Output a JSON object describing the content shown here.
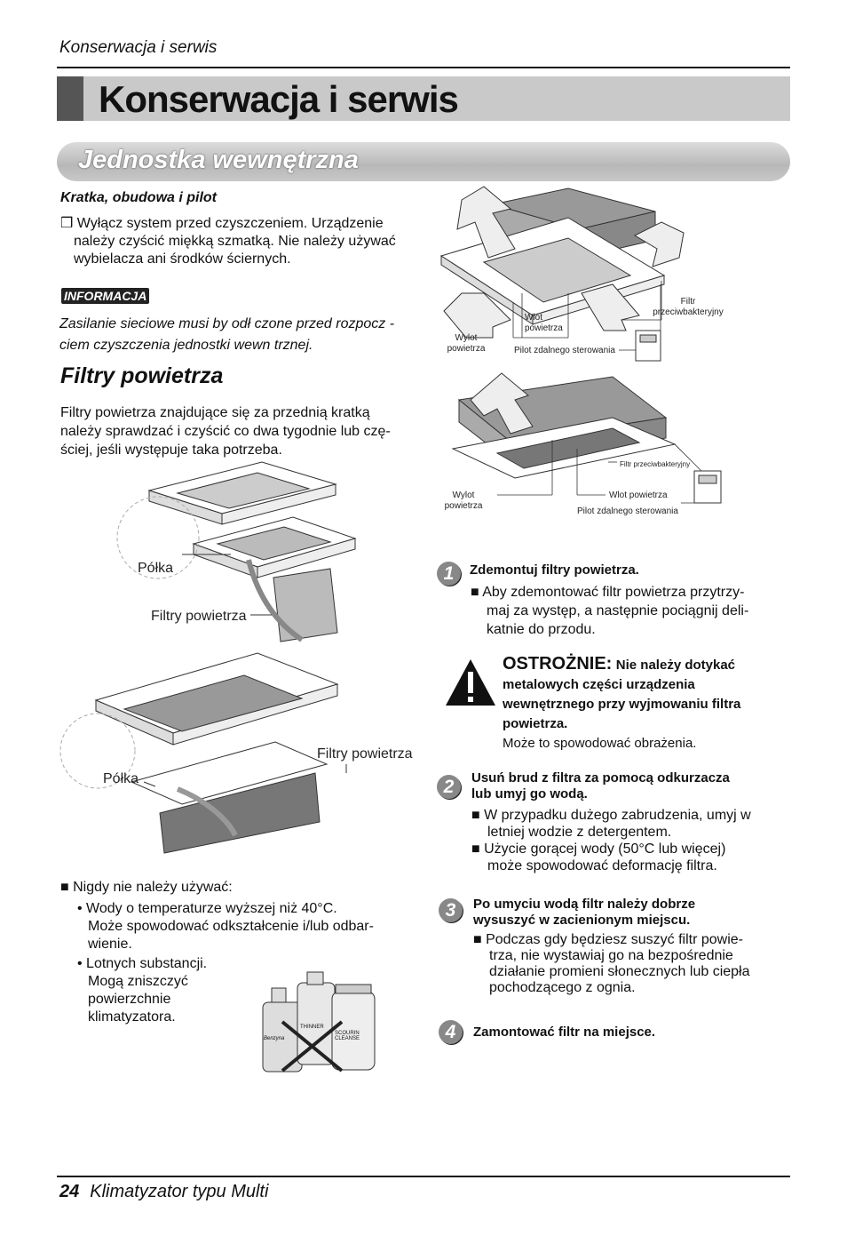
{
  "running_header": "Konserwacja i serwis",
  "title": "Konserwacja i serwis",
  "section_title": "Jednostka wewnętrzna",
  "grille": {
    "heading": "Kratka, obudowa i pilot",
    "lines": [
      "❒ Wyłącz system przed czyszczeniem. Urządzenie",
      "należy czyścić miękką szmatką. Nie należy używać",
      "wybielacza ani środków ściernych."
    ]
  },
  "info": {
    "badge": "INFORMACJA",
    "lines": [
      "Zasilanie sieciowe musi by  odł czone przed rozpocz -",
      "ciem czyszczenia jednostki wewn trznej."
    ]
  },
  "filters": {
    "heading": "Filtry powietrza",
    "lines": [
      "Filtry powietrza znajdujące się za przednią kratką",
      "należy sprawdzać i czyścić co dwa tygodnie lub czę-",
      "ściej, jeśli występuje taka potrzeba."
    ]
  },
  "diagram_left": {
    "shelf_1": "Półka",
    "filters_1": "Filtry powietrza",
    "filters_2": "Filtry powietrza",
    "shelf_2": "Półka"
  },
  "never_use": {
    "title": "■ Nigdy nie należy używać:",
    "item1": [
      "• Wody o temperaturze wyższej niż 40°C.",
      "Może spowodować odkształcenie i/lub odbar-",
      "wienie."
    ],
    "item2": [
      "• Lotnych substancji.",
      "Mogą zniszczyć",
      "powierzchnie",
      "klimatyzatora."
    ],
    "bottle_labels": [
      "Benzyna",
      "THINNER",
      "SCOURIN CLEANSE"
    ]
  },
  "diagram_right": {
    "filtr_1": "Filtr\nprzeciwbakteryjny",
    "wlot_1": "Wlot\npowietrza",
    "wylot_1": "Wylot\npowietrza",
    "pilot_1": "Pilot zdalnego sterowania",
    "filtr_2": "Filtr przeciwbakteryjny",
    "wylot_2": "Wylot\npowietrza",
    "wlot_2": "Wlot powietrza",
    "pilot_2": "Pilot zdalnego sterowania"
  },
  "steps": [
    {
      "num": "1",
      "title": "Zdemontuj filtry powietrza.",
      "bullets": [
        "■ Aby zdemontować filtr powietrza przytrzy-",
        "maj za występ, a następnie pociągnij deli-",
        "katnie do przodu."
      ]
    },
    {
      "num": "2",
      "title": [
        "Usuń brud z filtra za pomocą odkurzacza",
        "lub umyj go wodą."
      ],
      "bullets": [
        "■ W przypadku dużego zabrudzenia, umyj w",
        "letniej wodzie z detergentem.",
        "■ Użycie gorącej wody (50°C lub więcej)",
        "może spowodować deformację filtra."
      ]
    },
    {
      "num": "3",
      "title": [
        "Po umyciu wodą filtr należy dobrze",
        "wysuszyć w zacienionym miejscu."
      ],
      "bullets": [
        "■ Podczas gdy będziesz suszyć filtr powie-",
        "trza, nie wystawiaj go na bezpośrednie",
        "działanie promieni słonecznych lub ciepła",
        "pochodzącego z ognia."
      ]
    },
    {
      "num": "4",
      "title": "Zamontować filtr na miejsce."
    }
  ],
  "caution": {
    "label": "OSTROŻNIE:",
    "lines": [
      "Nie należy dotykać",
      "metalowych części urządzenia",
      "wewnętrznego przy wyjmowaniu filtra",
      "powietrza."
    ],
    "note": "Może to spowodować obrażenia."
  },
  "footer": {
    "page": "24",
    "text": "Klimatyzator typu Multi"
  }
}
